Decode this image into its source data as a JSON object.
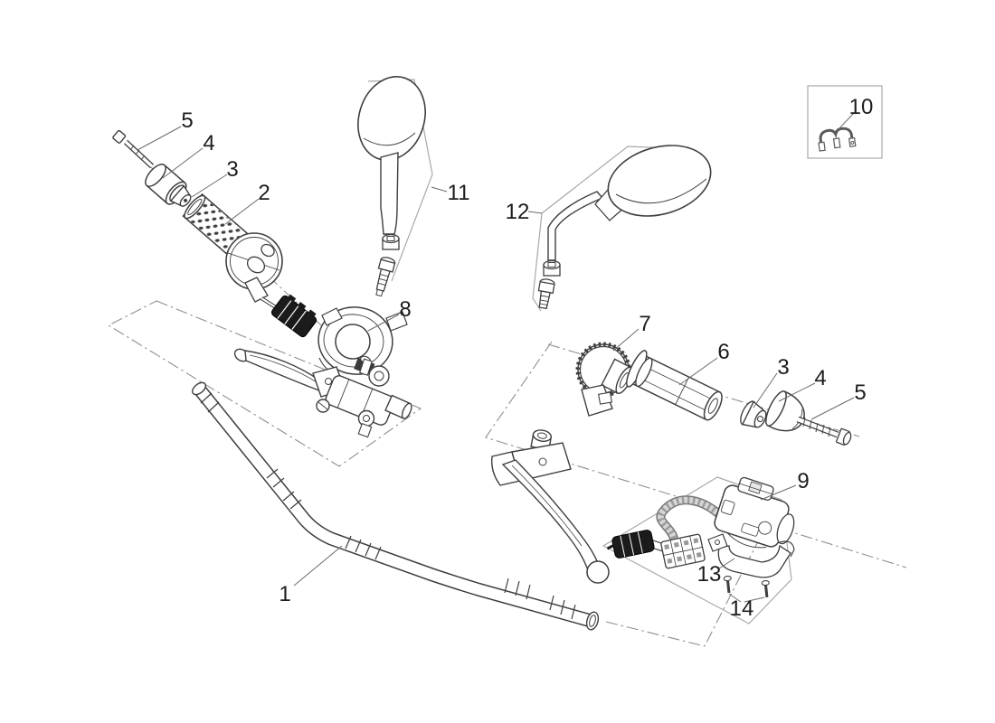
{
  "diagram": {
    "background": "#ffffff",
    "colors": {
      "line": "#3f3f3f",
      "label_text": "#1c1c1c",
      "leader_line": "#6b6b6b",
      "guide_dashdot": "#8f8f8f",
      "frame_box": "#a9a9a9",
      "harness_sheath": "#d6d6d6",
      "connector_black": "#1b1b1b"
    },
    "callouts": [
      {
        "number": "5"
      },
      {
        "number": "4"
      },
      {
        "number": "3"
      },
      {
        "number": "2"
      },
      {
        "number": "11"
      },
      {
        "number": "12"
      },
      {
        "number": "10"
      },
      {
        "number": "8"
      },
      {
        "number": "7"
      },
      {
        "number": "6"
      },
      {
        "number": "3"
      },
      {
        "number": "4"
      },
      {
        "number": "5"
      },
      {
        "number": "9"
      },
      {
        "number": "13"
      },
      {
        "number": "14"
      },
      {
        "number": "1"
      }
    ]
  }
}
